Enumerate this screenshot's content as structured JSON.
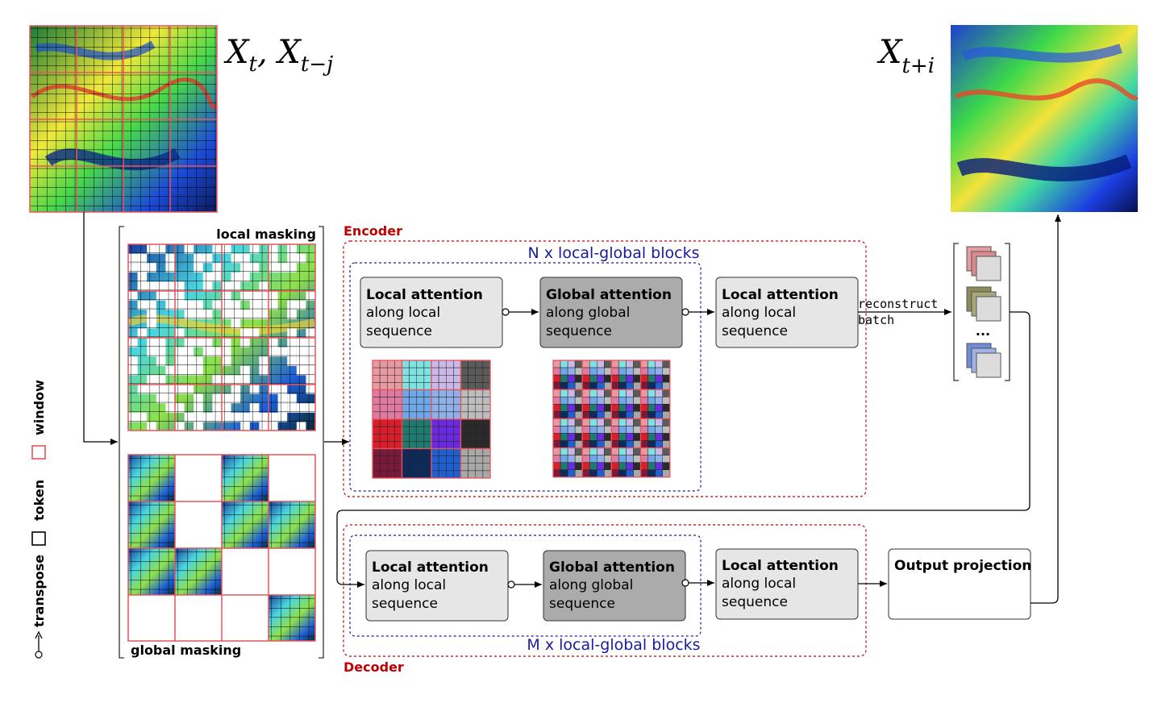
{
  "input": {
    "label_main": "X",
    "label_sub_t": "t",
    "label_comma": ", X",
    "label_sub_tj": "t−j"
  },
  "output": {
    "label_main": "X",
    "label_sub": "t+i"
  },
  "masking": {
    "local_label": "local masking",
    "global_label": "global masking"
  },
  "encoder": {
    "label": "Encoder",
    "blocks_label": "N x local-global blocks",
    "box1": {
      "title": "Local attention",
      "line1": "along local",
      "line2": "sequence"
    },
    "box2": {
      "title": "Global attention",
      "line1": "along global",
      "line2": "sequence"
    },
    "box3": {
      "title": "Local attention",
      "line1": "along local",
      "line2": "sequence"
    }
  },
  "decoder": {
    "label": "Decoder",
    "blocks_label": "M x local-global blocks",
    "box1": {
      "title": "Local attention",
      "line1": "along local",
      "line2": "sequence"
    },
    "box2": {
      "title": "Global attention",
      "line1": "along global",
      "line2": "sequence"
    },
    "box3": {
      "title": "Local attention",
      "line1": "along local",
      "line2": "sequence"
    }
  },
  "reconstruct": {
    "line1": "reconstruct",
    "line2": "batch",
    "ellipsis": "..."
  },
  "output_projection": {
    "title": "Output projection"
  },
  "legend": {
    "window": "window",
    "token": "token",
    "transpose": "transpose"
  },
  "colors": {
    "encoder_red": "#c00000",
    "blocks_blue": "#1a1aa0",
    "window_red": "#e8535b",
    "box_light": "#e6e6e6",
    "box_dark": "#ababab"
  }
}
